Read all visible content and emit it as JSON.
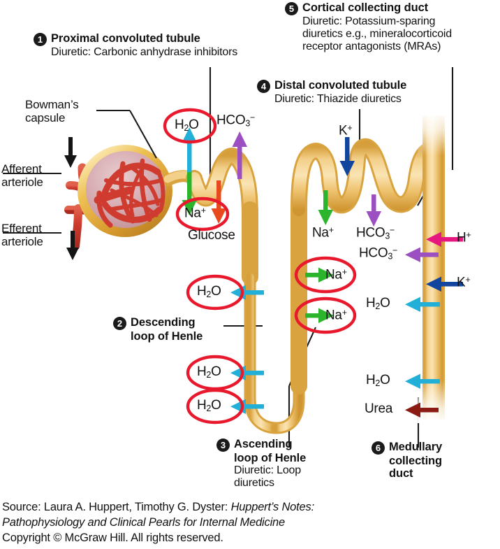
{
  "diagram": {
    "title": "Nephron diuretic sites of action",
    "colors": {
      "tubule": "#f0c874",
      "tubule_edge": "#d9a33f",
      "capsule": "#e8b84b",
      "glomerulus_interior": "#d4a9ae",
      "capillary": "#cf3b2e",
      "annotation_red": "#e8192c",
      "arrow_water": "#22b0d8",
      "arrow_sodium": "#2cb52c",
      "arrow_bicarbonate": "#9b4fc0",
      "arrow_potassium": "#12459e",
      "arrow_glucose": "#e8491d",
      "arrow_hydrogen": "#e6187f",
      "arrow_urea": "#8a1a12",
      "leader_line": "#1a1a1a",
      "text": "#111111"
    }
  },
  "callouts": [
    {
      "id": "proximal-convoluted-tubule",
      "number": "1",
      "title": "Proximal convoluted tubule",
      "sub": "Diuretic: Carbonic anhydrase inhibitors"
    },
    {
      "id": "descending-loop-of-henle",
      "number": "2",
      "title_line1": "Descending",
      "title_line2": "loop of Henle",
      "sub": ""
    },
    {
      "id": "ascending-loop-of-henle",
      "number": "3",
      "title_line1": "Ascending",
      "title_line2": "loop of Henle",
      "sub_line1": "Diuretic: Loop",
      "sub_line2": "diuretics"
    },
    {
      "id": "distal-convoluted-tubule",
      "number": "4",
      "title": "Distal convoluted tubule",
      "sub": "Diuretic: Thiazide diuretics"
    },
    {
      "id": "cortical-collecting-duct",
      "number": "5",
      "title": "Cortical collecting duct",
      "sub_line1": "Diuretic: Potassium-sparing",
      "sub_line2": "diuretics e.g., mineralocorticoid",
      "sub_line3": "receptor antagonists (MRAs)"
    },
    {
      "id": "medullary-collecting-duct",
      "number": "6",
      "title_line1": "Medullary",
      "title_line2": "collecting",
      "title_line3": "duct"
    }
  ],
  "anatomy_labels": [
    {
      "id": "bowmans-capsule",
      "line1": "Bowman’s",
      "line2": "capsule"
    },
    {
      "id": "afferent-arteriole",
      "line1": "Afferent",
      "line2": "arteriole"
    },
    {
      "id": "efferent-arteriole",
      "line1": "Efferent",
      "line2": "arteriole"
    }
  ],
  "transport_labels": {
    "pct_water": {
      "text": "H2O",
      "html": "H<sub>2</sub>O",
      "circled": true,
      "arrow": "water-up"
    },
    "pct_bicarbonate": {
      "text": "HCO3-",
      "html": "HCO<sub>3</sub><sup>−</sup>",
      "circled": false,
      "arrow": "bicarbonate-up"
    },
    "pct_sodium": {
      "text": "Na+",
      "html": "Na<sup>+</sup>",
      "circled": true,
      "arrow": "sodium-down"
    },
    "pct_glucose": {
      "text": "Glucose",
      "html": "Glucose",
      "circled": false,
      "arrow": "glucose-down"
    },
    "descending_water_1": {
      "text": "H2O",
      "html": "H<sub>2</sub>O",
      "circled": true,
      "arrow": "water-left"
    },
    "descending_water_2": {
      "text": "H2O",
      "html": "H<sub>2</sub>O",
      "circled": true,
      "arrow": "water-left"
    },
    "descending_water_3": {
      "text": "H2O",
      "html": "H<sub>2</sub>O",
      "circled": true,
      "arrow": "water-left"
    },
    "ascending_sodium_1": {
      "text": "Na+",
      "html": "Na<sup>+</sup>",
      "circled": true,
      "arrow": "sodium-right"
    },
    "ascending_sodium_2": {
      "text": "Na+",
      "html": "Na<sup>+</sup>",
      "circled": true,
      "arrow": "sodium-right"
    },
    "dct_potassium": {
      "text": "K+",
      "html": "K<sup>+</sup>",
      "circled": false,
      "arrow": "potassium-down"
    },
    "dct_sodium": {
      "text": "Na+",
      "html": "Na<sup>+</sup>",
      "circled": false,
      "arrow": "sodium-down"
    },
    "dct_bicarbonate": {
      "text": "HCO3-",
      "html": "HCO<sub>3</sub><sup>−</sup>",
      "circled": false,
      "arrow": "bicarbonate-down"
    },
    "cd_hydrogen": {
      "text": "H+",
      "html": "H<sup>+</sup>",
      "circled": false,
      "arrow": "hydrogen-left"
    },
    "cd_bicarbonate": {
      "text": "HCO3-",
      "html": "HCO<sub>3</sub><sup>−</sup>",
      "circled": false,
      "arrow": "bicarbonate-left"
    },
    "cd_potassium": {
      "text": "K+",
      "html": "K<sup>+</sup>",
      "circled": false,
      "arrow": "potassium-left"
    },
    "cd_water_1": {
      "text": "H2O",
      "html": "H<sub>2</sub>O",
      "circled": false,
      "arrow": "water-left"
    },
    "cd_water_2": {
      "text": "H2O",
      "html": "H<sub>2</sub>O",
      "circled": false,
      "arrow": "water-left"
    },
    "cd_urea": {
      "text": "Urea",
      "html": "Urea",
      "circled": false,
      "arrow": "urea-left"
    }
  },
  "source": {
    "line1_plain": "Source: Laura A. Huppert, Timothy G. Dyster: ",
    "line1_italic": "Huppert’s Notes:",
    "line2_italic": "Pathophysiology and Clinical Pearls for Internal Medicine",
    "line3_plain": "Copyright © McGraw Hill. All rights reserved."
  }
}
